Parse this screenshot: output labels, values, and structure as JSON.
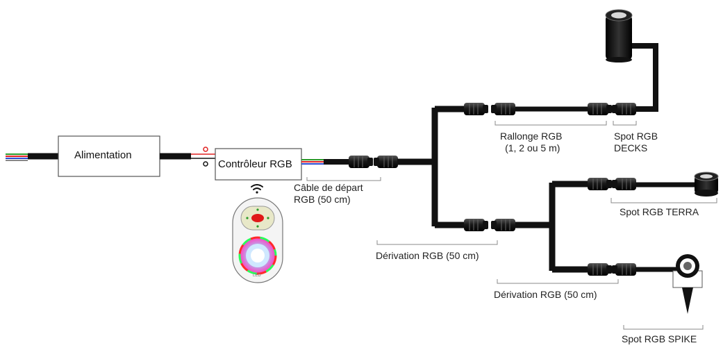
{
  "components": {
    "power_supply": "Alimentation",
    "controller": "Contrôleur RGB",
    "remote_logo": "LED"
  },
  "labels": {
    "start_cable_line1": "Câble de départ",
    "start_cable_line2": "RGB (50 cm)",
    "extension_line1": "Rallonge RGB",
    "extension_line2": "(1, 2 ou 5 m)",
    "spot_decks_line1": "Spot RGB",
    "spot_decks_line2": "DECKS",
    "spot_terra": "Spot RGB TERRA",
    "splitter_1": "Dérivation RGB (50 cm)",
    "splitter_2": "Dérivation RGB (50 cm)",
    "spot_spike": "Spot RGB SPIKE"
  },
  "colors": {
    "cable": "#111111",
    "wire_red": "#e02020",
    "wire_green": "#2a9a2a",
    "wire_blue": "#2a4ad0",
    "remote_button": "#e01818"
  }
}
